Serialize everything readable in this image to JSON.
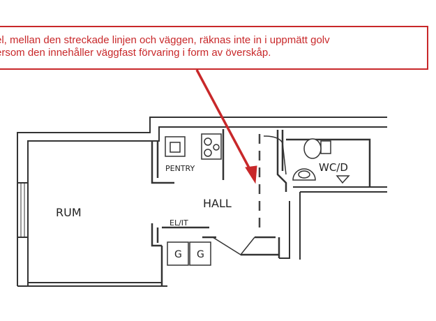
{
  "callout": {
    "line1": "el, mellan den streckade linjen och väggen, räknas inte in i uppmätt golv",
    "line2": "ersom den innehåller väggfast förvaring i form av överskåp."
  },
  "rooms": {
    "rum": "RUM",
    "hall": "HALL",
    "pentry": "PENTRY",
    "wc": "WC/D",
    "el": "EL/IT",
    "g1": "G",
    "g2": "G"
  },
  "colors": {
    "callout_red": "#c8282a",
    "wall": "#333333"
  }
}
